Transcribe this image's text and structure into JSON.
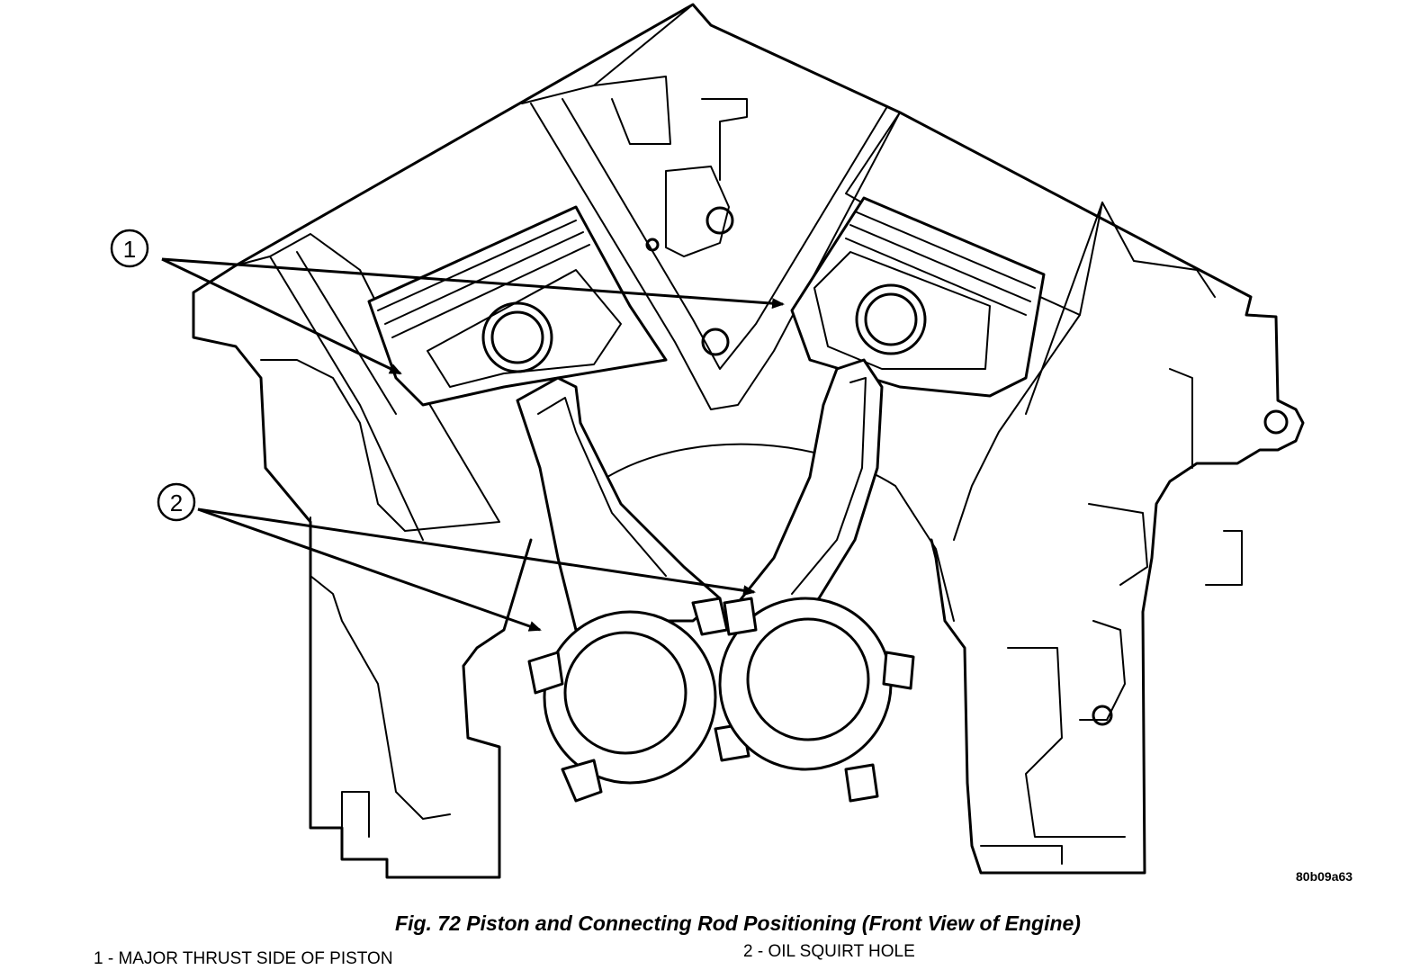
{
  "figure": {
    "caption": "Fig. 72 Piston and Connecting Rod Positioning (Front View of Engine)",
    "code": "80b09a63"
  },
  "callouts": [
    {
      "number": "1",
      "label": "1 - MAJOR THRUST SIDE OF PISTON"
    },
    {
      "number": "2",
      "label": "2 - OIL SQUIRT HOLE"
    }
  ]
}
